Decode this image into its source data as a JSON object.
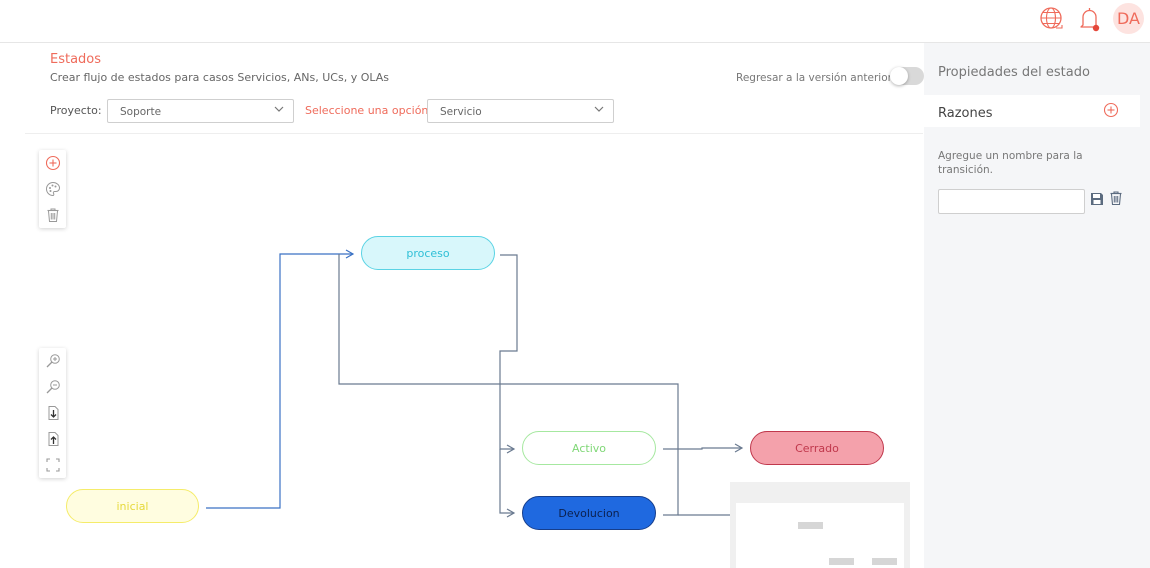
{
  "header": {
    "avatar_initials": "DA",
    "icons": [
      "globe-icon",
      "bell-icon"
    ],
    "accent": "#ef6b5b"
  },
  "page": {
    "title": "Estados",
    "subtitle": "Crear flujo de estados para casos Servicios, ANs, UCs, y OLAs",
    "toggle_label": "Regresar a la versión anterior",
    "toggle_on": false
  },
  "filters": {
    "proyecto_label": "Proyecto:",
    "proyecto_value": "Soporte",
    "opcion_label": "Seleccione una opción",
    "opcion_value": "Servicio"
  },
  "toolbox_top": [
    "add-circle-icon",
    "palette-icon",
    "trash-icon"
  ],
  "toolbox_bottom": [
    "zoom-in-icon",
    "zoom-out-icon",
    "download-icon",
    "upload-icon",
    "fullscreen-icon"
  ],
  "flow": {
    "nodes": [
      {
        "id": "proceso",
        "label": "proceso",
        "fill": "#d8f7fb",
        "stroke": "#5ad3e4",
        "text": "#2fbfd6"
      },
      {
        "id": "inicial",
        "label": "inicial",
        "fill": "#fffde0",
        "stroke": "#f5ec6a",
        "text": "#e6d93a"
      },
      {
        "id": "activo",
        "label": "Activo",
        "fill": "#ffffff",
        "stroke": "#a6e8a0",
        "text": "#7fd776"
      },
      {
        "id": "cerrado",
        "label": "Cerrado",
        "fill": "#f4a1ab",
        "stroke": "#c0384c",
        "text": "#c0384c"
      },
      {
        "id": "devolucion",
        "label": "Devolucion",
        "fill": "#1f69e0",
        "stroke": "#163e8c",
        "text": "#0b2150"
      }
    ],
    "edges": [
      {
        "from": "inicial",
        "to": "proceso"
      },
      {
        "from": "proceso",
        "to": "activo"
      },
      {
        "from": "proceso",
        "to": "devolucion"
      },
      {
        "from": "activo",
        "to": "cerrado"
      },
      {
        "from": "devolucion",
        "to": "proceso"
      }
    ]
  },
  "panel": {
    "title": "Propiedades del estado",
    "razones_title": "Razones",
    "hint": "Agregue un nombre para la transición.",
    "input_value": ""
  }
}
